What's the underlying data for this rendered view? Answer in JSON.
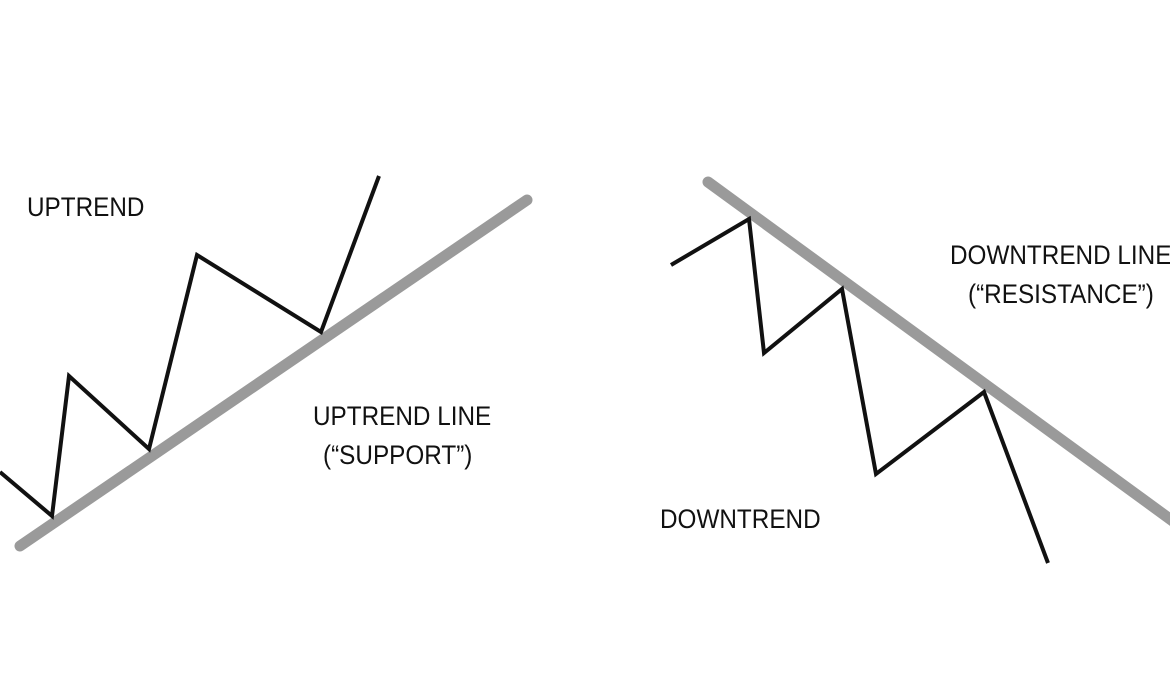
{
  "labels": {
    "uptrend": "UPTREND",
    "uptrend_line": "UPTREND LINE",
    "support": "(“SUPPORT”)",
    "downtrend_line": "DOWNTREND LINE",
    "resistance": "(“RESISTANCE”)",
    "downtrend": "DOWNTREND"
  },
  "colors": {
    "trend_line": "#9a9a9a",
    "price_path": "#111111",
    "text": "#111111",
    "background": "#ffffff"
  }
}
